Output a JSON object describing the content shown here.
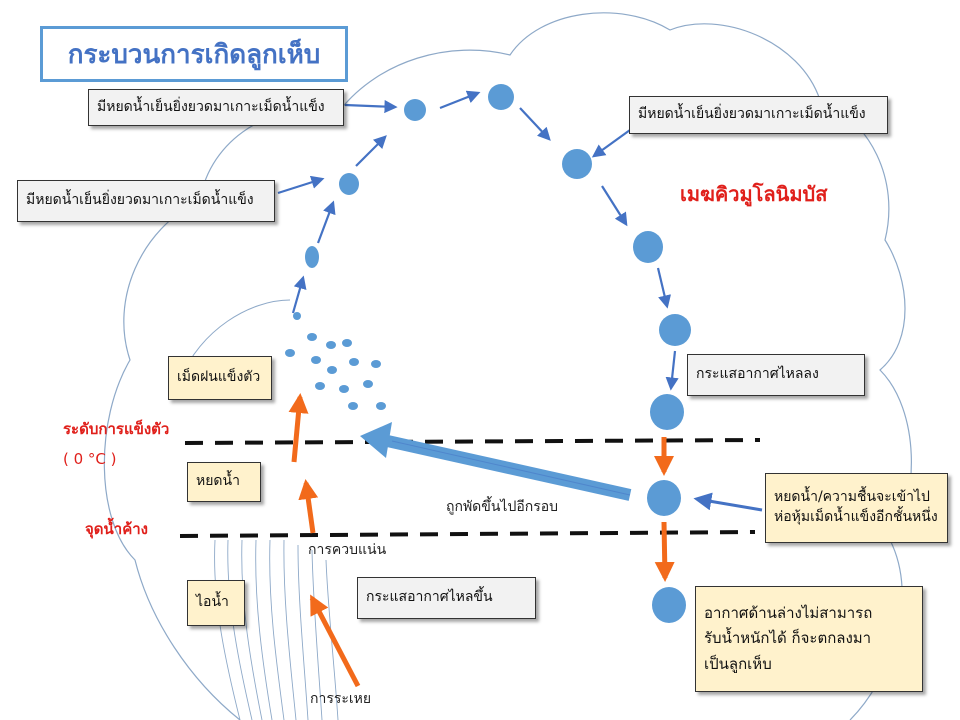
{
  "title": "กระบวนการเกิดลูกเห็บ",
  "cloud_label": "เมฆคิวมูโลนิมบัส",
  "labels": {
    "droplet_left_top": "มีหยดน้ำเย็นยิ่งยวดมาเกาะเม็ดน้ำแข็ง",
    "droplet_left_mid": "มีหยดน้ำเย็นยิ่งยวดมาเกาะเม็ดน้ำแข็ง",
    "droplet_right": "มีหยดน้ำเย็นยิ่งยวดมาเกาะเม็ดน้ำแข็ง",
    "ice_pellet": "เม็ดฝนแข็งตัว",
    "water_drop": "หยดน้ำ",
    "vapor": "ไอน้ำ",
    "updraft": "กระแสอากาศไหลขึ้น",
    "downdraft": "กระแสอากาศไหลลง",
    "moisture_coat_1": "หยดน้ำ/ความชื้นจะเข้าไป",
    "moisture_coat_2": "ห่อหุ้มเม็ดน้ำแข็งอีกชั้นหนึ่ง",
    "hail_fall_1": "อากาศด้านล่างไม่สามารถ",
    "hail_fall_2": "รับน้ำหนักได้ ก็จะตกลงมา",
    "hail_fall_3": "เป็นลูกเห็บ",
    "blown_up": "ถูกพัดขึ้นไปอีกรอบ",
    "condensation": "การควบแน่น",
    "evaporation": "การระเหย",
    "freezing_level": "ระดับการแข็งตัว",
    "freezing_temp": "( 0 °C )",
    "dew_point": "จุดน้ำค้าง"
  },
  "colors": {
    "title_text": "#4472c4",
    "title_border": "#5b9bd5",
    "droplet": "#5b9bd5",
    "arrow_blue": "#4472c4",
    "arrow_orange": "#f26a1b",
    "red_label": "#e0201b",
    "cloud_outline": "#8ea9c8",
    "callout_gray": "#f2f2f2",
    "callout_cream": "#fff2cc"
  }
}
